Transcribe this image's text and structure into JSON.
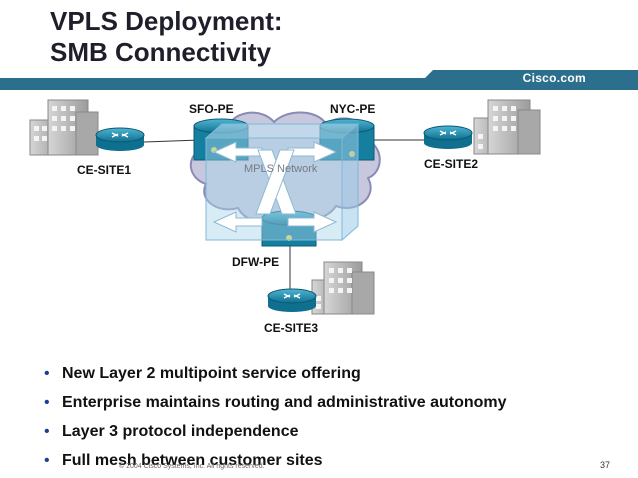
{
  "title": {
    "line1": "VPLS Deployment:",
    "line2": "SMB Connectivity"
  },
  "brand": {
    "text": "Cisco.com",
    "bar_color": "#2c6f8c"
  },
  "diagram": {
    "routers": {
      "sfo_pe": "SFO-PE",
      "nyc_pe": "NYC-PE",
      "dfw_pe": "DFW-PE",
      "ce_site1": "CE-SITE1",
      "ce_site2": "CE-SITE2",
      "ce_site3": "CE-SITE3"
    },
    "cloud_label": "MPLS Network",
    "colors": {
      "cloud": "#8a8ab4",
      "router": "#1d8aa8",
      "building": "#b9b9b9",
      "switch_box": "#a9d4ec"
    }
  },
  "bullets": [
    "New Layer 2 multipoint service offering",
    "Enterprise maintains routing and administrative autonomy",
    "Layer 3 protocol independence",
    "Full mesh between customer sites"
  ],
  "footer": {
    "copyright": "© 2004 Cisco Systems, Inc. All rights reserved.",
    "page": "37"
  }
}
